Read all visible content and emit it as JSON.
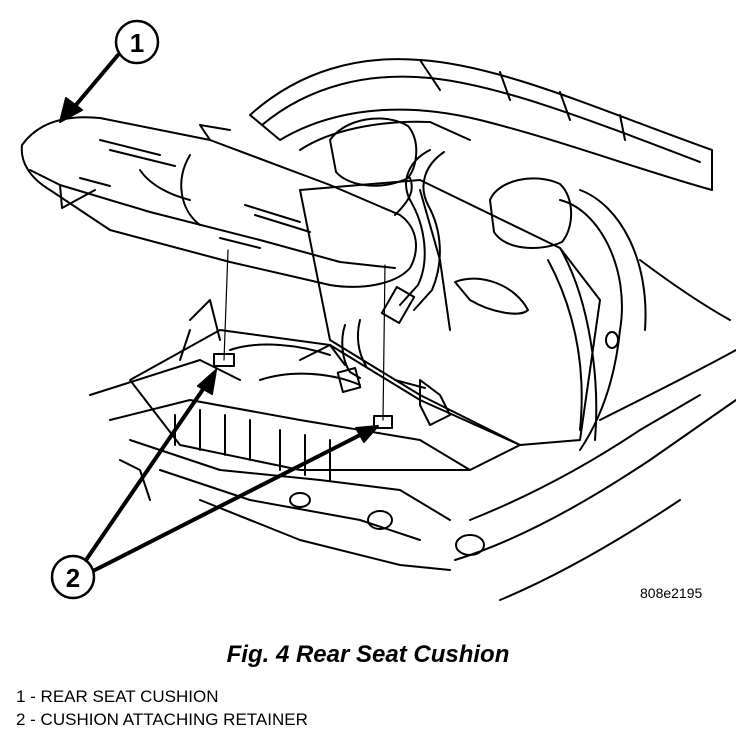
{
  "figure": {
    "callouts": [
      "1",
      "2"
    ],
    "code": "808e2195",
    "caption": "Fig. 4 Rear Seat Cushion",
    "legend": [
      "1 - REAR SEAT CUSHION",
      "2 - CUSHION ATTACHING RETAINER"
    ]
  },
  "colors": {
    "ink": "#000000",
    "paper": "#ffffff"
  }
}
